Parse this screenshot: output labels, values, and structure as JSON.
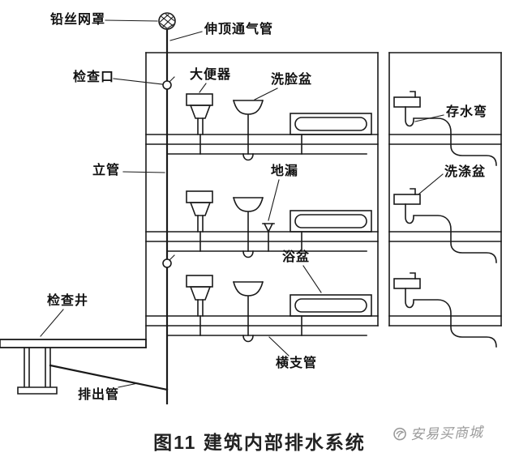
{
  "diagram": {
    "labels": {
      "mesh_cover": "铅丝网罩",
      "vent_pipe": "伸顶通气管",
      "inspection_port": "检查口",
      "toilet": "大便器",
      "washbasin": "洗脸盆",
      "water_trap": "存水弯",
      "riser": "立管",
      "floor_drain": "地漏",
      "sink": "洗涤盆",
      "bathtub": "浴盆",
      "inspection_well": "检查井",
      "branch_pipe": "横支管",
      "discharge_pipe": "排出管"
    },
    "caption": "图11  建筑内部排水系统",
    "watermark": "安易买商城",
    "colors": {
      "line": "#1a1a1a",
      "background": "#ffffff",
      "watermark": "#9a9a9a"
    }
  }
}
